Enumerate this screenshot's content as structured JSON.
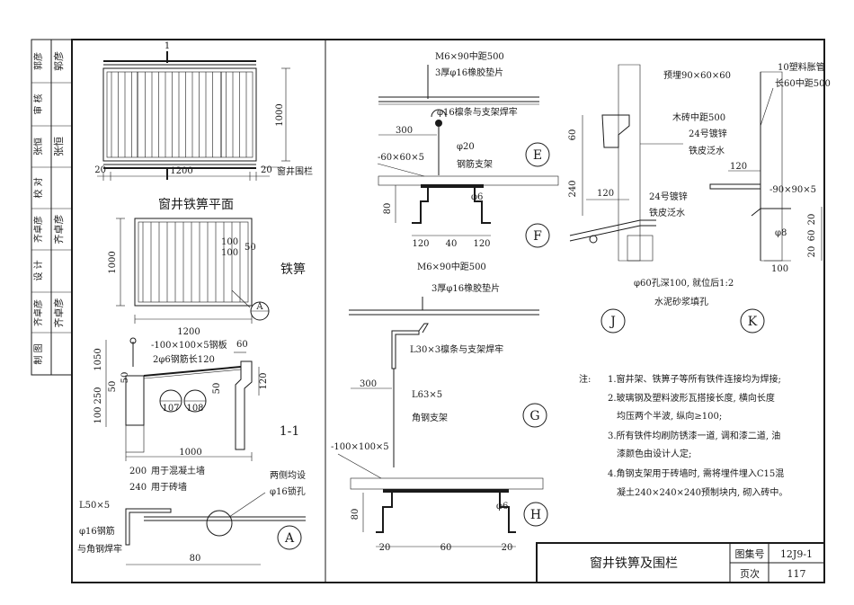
{
  "title_block": {
    "drawing_title": "窗井铁箅及围栏",
    "atlas_label": "图集号",
    "atlas_no": "12J9-1",
    "page_label": "页次",
    "page_no": "117"
  },
  "sign_strip": [
    {
      "role": "郭彦",
      "signature": "郭彦"
    },
    {
      "role": "审  核",
      "signature": ""
    },
    {
      "role": "张恒",
      "signature": "张恒"
    },
    {
      "role": "校  对",
      "signature": ""
    },
    {
      "role": "齐卓彦",
      "signature": "齐卓彦"
    },
    {
      "role": "设  计",
      "signature": ""
    },
    {
      "role": "齐卓彦",
      "signature": "齐卓彦"
    },
    {
      "role": "制  图",
      "signature": ""
    }
  ],
  "plan": {
    "title": "窗井铁箅平面",
    "section_mark": "1",
    "dim_width": "1200",
    "dim_left": "20",
    "dim_right": "20",
    "dim_height": "1000",
    "railing_label": "窗井围栏"
  },
  "grate": {
    "title": "铁箅",
    "dim_width": "1200",
    "dim_height": "1000",
    "dim_100a": "100",
    "dim_100b": "100",
    "dim_50": "50",
    "detail_ref": "A"
  },
  "section11": {
    "title": "1-1",
    "plate_label": "-100×100×5钢板",
    "rebar_label": "2φ6钢筋长120",
    "dim_1050": "1050",
    "dim_50a": "50",
    "dim_250": "250",
    "dim_50b": "50",
    "dim_100": "100",
    "dim_60": "60",
    "dim_50c": "50",
    "dim_120": "120",
    "dim_1000": "1000",
    "dim_200": "200",
    "dim_240": "240",
    "concrete_note": "用于混凝土墙",
    "brick_note": "用于砖墙",
    "ref_left": "107",
    "ref_right": "108"
  },
  "detailA": {
    "angle_label": "L50×5",
    "rebar_label": "φ16钢筋",
    "weld_label": "与角钢焊牢",
    "hole_note1": "两侧均设",
    "hole_note2": "φ16锁孔",
    "dim_80": "80",
    "mark": "A"
  },
  "detailE": {
    "bolt_label": "M6×90中距500",
    "pad_label": "3厚φ16橡胶垫片",
    "weld_label": "φ16檩条与支架焊牢",
    "dim_300": "300",
    "rebar_label": "φ20",
    "rebar_support": "钢筋支架",
    "plate_label": "-60×60×5",
    "mark": "E"
  },
  "detailF": {
    "dim_80": "80",
    "rod_label": "φ6",
    "dim_120a": "120",
    "dim_40": "40",
    "dim_120b": "120",
    "mark": "F"
  },
  "detailG": {
    "bolt_label": "M6×90中距500",
    "pad_label": "3厚φ16橡胶垫片",
    "purlin_label": "L30×3檩条与支架焊牢",
    "dim_300": "300",
    "angle_label": "L63×5",
    "support_label": "角钢支架",
    "mark": "G"
  },
  "detailH": {
    "plate_label": "-100×100×5",
    "rod_label": "φ6",
    "dim_80": "80",
    "dim_20a": "20",
    "dim_60": "60",
    "dim_20b": "20",
    "mark": "H"
  },
  "detailJ": {
    "embed_label": "预埋90×60×60",
    "brick_label": "木砖中距500",
    "flash1_a": "24号镀锌",
    "flash1_b": "铁皮泛水",
    "dim_60": "60",
    "dim_240": "240",
    "dim_120": "120",
    "flash2_a": "24号镀锌",
    "flash2_b": "铁皮泛水",
    "hole_note": "φ60孔深100, 就位后1:2",
    "mortar_note": "水泥砂浆填孔",
    "mark": "J"
  },
  "detailK": {
    "pipe_label": "10塑料胀管",
    "pipe_len": "长60中距500",
    "dim_120": "120",
    "plate_label": "-90×90×5",
    "rod_label": "φ8",
    "dim_20": "20",
    "dim_60": "60",
    "dim_20b": "20",
    "dim_100": "100",
    "mark": "K"
  },
  "notes": {
    "label": "注:",
    "items": [
      "1.窗井架、铁箅子等所有铁件连接均为焊接;",
      "2.玻璃钢及塑料波形瓦搭接长度, 横向长度",
      "均压两个半波, 纵向≥100;",
      "3.所有铁件均刷防锈漆一道, 调和漆二道, 油",
      "漆颜色由设计人定;",
      "4.角钢支架用于砖墙时, 需将埋件埋入C15混",
      "凝土240×240×240预制块内, 砌入砖中。"
    ]
  }
}
